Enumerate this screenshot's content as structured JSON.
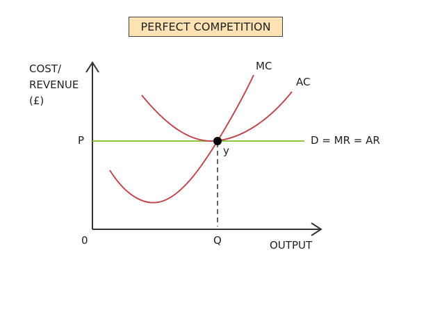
{
  "title": "PERFECT COMPETITION",
  "y_axis_label": [
    "COST/",
    "REVENUE",
    "(£)"
  ],
  "x_axis_label": "OUTPUT",
  "origin_label": "0",
  "price_label": "P",
  "quantity_label": "Q",
  "point_label": "y",
  "curves": {
    "mc": "MC",
    "ac": "AC",
    "demand": "D = MR = AR"
  },
  "colors": {
    "cost_curves": "#c0484e",
    "demand": "#8cc63f",
    "title_bg": "#fde2b3"
  }
}
